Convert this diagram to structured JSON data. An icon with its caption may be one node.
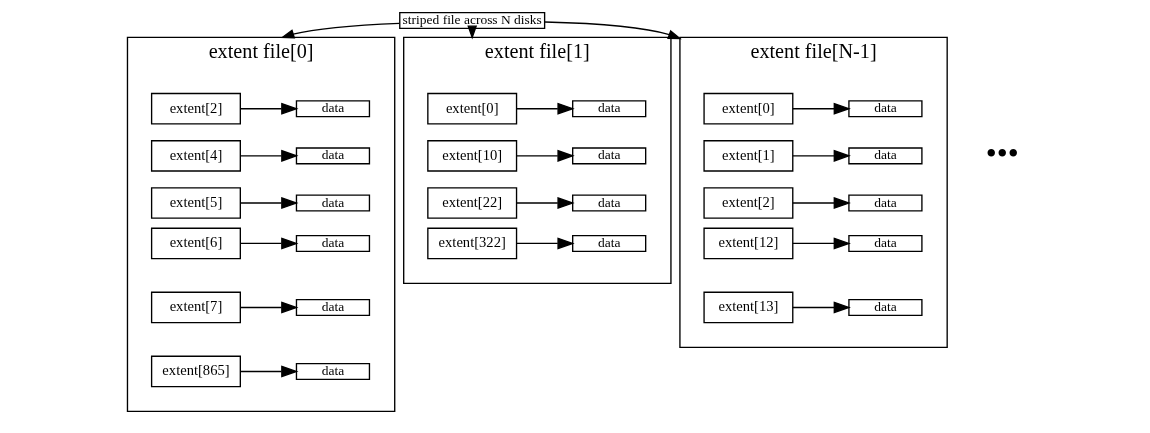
{
  "diagram": {
    "nodes": [
      {
        "text": [
          "striped file across N disks"
        ]
      },
      {
        "text": [
          "extent file[0]"
        ]
      },
      {
        "text": [
          "extent[2]"
        ],
        "in": 1
      },
      {
        "text": [
          "data"
        ],
        "in": 1
      },
      {
        "text": [
          "extent[4]"
        ],
        "in": 1
      },
      {
        "text": [
          "data"
        ],
        "in": 1
      },
      {
        "text": [
          "extent[5]"
        ],
        "in": 1
      },
      {
        "text": [
          "data"
        ],
        "in": 1
      },
      {
        "text": [
          "extent[6]"
        ],
        "in": 1
      },
      {
        "text": [
          "data"
        ],
        "in": 1
      },
      {
        "text": [
          "extent[7]"
        ],
        "in": 1
      },
      {
        "text": [
          "data"
        ],
        "in": 1
      },
      {
        "text": [
          "extent[865]"
        ],
        "in": 1
      },
      {
        "text": [
          "data"
        ],
        "in": 1
      },
      {
        "text": [
          "extent file[1]"
        ]
      },
      {
        "text": [
          "extent[0]"
        ],
        "in": 14
      },
      {
        "text": [
          "data"
        ],
        "in": 14
      },
      {
        "text": [
          "extent[10]"
        ],
        "in": 14
      },
      {
        "text": [
          "data"
        ],
        "in": 14
      },
      {
        "text": [
          "extent[22]"
        ],
        "in": 14
      },
      {
        "text": [
          "data"
        ],
        "in": 14
      },
      {
        "text": [
          "extent[322]"
        ],
        "in": 14
      },
      {
        "text": [
          "data"
        ],
        "in": 14
      },
      {
        "text": [
          "extent file[N-1]"
        ]
      },
      {
        "text": [
          "extent[0]"
        ],
        "in": 23
      },
      {
        "text": [
          "data"
        ],
        "in": 23
      },
      {
        "text": [
          "extent[1]"
        ],
        "in": 23
      },
      {
        "text": [
          "data"
        ],
        "in": 23
      },
      {
        "text": [
          "extent[2]"
        ],
        "in": 23
      },
      {
        "text": [
          "data"
        ],
        "in": 23
      },
      {
        "text": [
          "extent[12]"
        ],
        "in": 23
      },
      {
        "text": [
          "data"
        ],
        "in": 23
      },
      {
        "text": [
          "extent[13]"
        ],
        "in": 23
      },
      {
        "text": [
          "data"
        ],
        "in": 23
      }
    ],
    "edges": [
      {
        "from": 0,
        "to": 1,
        "arrow": "to"
      },
      {
        "from": 0,
        "to": 14,
        "arrow": "to"
      },
      {
        "from": 0,
        "to": 23,
        "arrow": "to"
      },
      {
        "from": 2,
        "to": 3,
        "arrow": "to"
      },
      {
        "from": 4,
        "to": 5,
        "arrow": "to"
      },
      {
        "from": 6,
        "to": 7,
        "arrow": "to"
      },
      {
        "from": 8,
        "to": 9,
        "arrow": "to"
      },
      {
        "from": 10,
        "to": 11,
        "arrow": "to"
      },
      {
        "from": 12,
        "to": 13,
        "arrow": "to"
      },
      {
        "from": 15,
        "to": 16,
        "arrow": "to"
      },
      {
        "from": 17,
        "to": 18,
        "arrow": "to"
      },
      {
        "from": 19,
        "to": 20,
        "arrow": "to"
      },
      {
        "from": 21,
        "to": 22,
        "arrow": "to"
      },
      {
        "from": 24,
        "to": 25,
        "arrow": "to"
      },
      {
        "from": 26,
        "to": 27,
        "arrow": "to"
      },
      {
        "from": 28,
        "to": 29,
        "arrow": "to"
      },
      {
        "from": 30,
        "to": 31,
        "arrow": "to"
      },
      {
        "from": 32,
        "to": 33,
        "arrow": "to"
      }
    ],
    "labels": [
      "•••"
    ]
  }
}
